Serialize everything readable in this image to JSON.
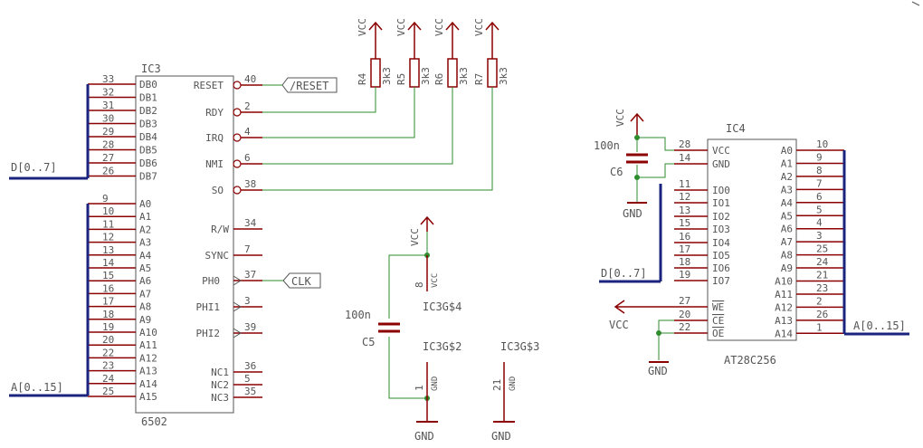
{
  "ic3": {
    "name": "IC3",
    "part": "6502",
    "left_pins": [
      {
        "num": "33",
        "label": "DB0"
      },
      {
        "num": "32",
        "label": "DB1"
      },
      {
        "num": "31",
        "label": "DB2"
      },
      {
        "num": "30",
        "label": "DB3"
      },
      {
        "num": "29",
        "label": "DB4"
      },
      {
        "num": "28",
        "label": "DB5"
      },
      {
        "num": "27",
        "label": "DB6"
      },
      {
        "num": "26",
        "label": "DB7"
      },
      {
        "num": "9",
        "label": "A0"
      },
      {
        "num": "10",
        "label": "A1"
      },
      {
        "num": "11",
        "label": "A2"
      },
      {
        "num": "12",
        "label": "A3"
      },
      {
        "num": "13",
        "label": "A4"
      },
      {
        "num": "14",
        "label": "A5"
      },
      {
        "num": "15",
        "label": "A6"
      },
      {
        "num": "16",
        "label": "A7"
      },
      {
        "num": "17",
        "label": "A8"
      },
      {
        "num": "18",
        "label": "A9"
      },
      {
        "num": "19",
        "label": "A10"
      },
      {
        "num": "20",
        "label": "A11"
      },
      {
        "num": "22",
        "label": "A12"
      },
      {
        "num": "23",
        "label": "A13"
      },
      {
        "num": "24",
        "label": "A14"
      },
      {
        "num": "25",
        "label": "A15"
      }
    ],
    "right_pins": [
      {
        "num": "40",
        "label": "RESET"
      },
      {
        "num": "2",
        "label": "RDY"
      },
      {
        "num": "4",
        "label": "IRQ"
      },
      {
        "num": "6",
        "label": "NMI"
      },
      {
        "num": "38",
        "label": "SO"
      },
      {
        "num": "34",
        "label": "R/W"
      },
      {
        "num": "7",
        "label": "SYNC"
      },
      {
        "num": "37",
        "label": "PH0"
      },
      {
        "num": "3",
        "label": "PHI1"
      },
      {
        "num": "39",
        "label": "PHI2"
      },
      {
        "num": "36",
        "label": "NC1"
      },
      {
        "num": "5",
        "label": "NC2"
      },
      {
        "num": "35",
        "label": "NC3"
      }
    ]
  },
  "ic4": {
    "name": "IC4",
    "part": "AT28C256",
    "left_pins": [
      {
        "num": "28",
        "label": "VCC"
      },
      {
        "num": "14",
        "label": "GND"
      },
      {
        "num": "11",
        "label": "IO0"
      },
      {
        "num": "12",
        "label": "IO1"
      },
      {
        "num": "13",
        "label": "IO2"
      },
      {
        "num": "15",
        "label": "IO3"
      },
      {
        "num": "16",
        "label": "IO4"
      },
      {
        "num": "17",
        "label": "IO5"
      },
      {
        "num": "18",
        "label": "IO6"
      },
      {
        "num": "19",
        "label": "IO7"
      },
      {
        "num": "27",
        "label": "WE"
      },
      {
        "num": "20",
        "label": "CE"
      },
      {
        "num": "22",
        "label": "OE"
      }
    ],
    "right_pins": [
      {
        "num": "10",
        "label": "A0"
      },
      {
        "num": "9",
        "label": "A1"
      },
      {
        "num": "8",
        "label": "A2"
      },
      {
        "num": "7",
        "label": "A3"
      },
      {
        "num": "6",
        "label": "A4"
      },
      {
        "num": "5",
        "label": "A5"
      },
      {
        "num": "4",
        "label": "A6"
      },
      {
        "num": "3",
        "label": "A7"
      },
      {
        "num": "25",
        "label": "A8"
      },
      {
        "num": "24",
        "label": "A9"
      },
      {
        "num": "21",
        "label": "A10"
      },
      {
        "num": "23",
        "label": "A11"
      },
      {
        "num": "2",
        "label": "A12"
      },
      {
        "num": "26",
        "label": "A13"
      },
      {
        "num": "1",
        "label": "A14"
      }
    ]
  },
  "resistors": [
    {
      "name": "R4",
      "value": "3k3",
      "supply": "VCC"
    },
    {
      "name": "R5",
      "value": "3k3",
      "supply": "VCC"
    },
    {
      "name": "R6",
      "value": "3k3",
      "supply": "VCC"
    },
    {
      "name": "R7",
      "value": "3k3",
      "supply": "VCC"
    }
  ],
  "c5": {
    "name": "C5",
    "value": "100n"
  },
  "c6": {
    "name": "C6",
    "value": "100n"
  },
  "pwr": {
    "vcc_pin": "8",
    "vcc_label": "VCC",
    "vcc_name": "IC3G$4",
    "gnd1_pin": "1",
    "gnd1_label": "GND",
    "gnd1_name": "IC3G$2",
    "gnd2_pin": "21",
    "gnd2_label": "GND",
    "gnd2_name": "IC3G$3"
  },
  "supplies": {
    "vcc": "VCC",
    "gnd": "GND"
  },
  "labels": {
    "reset": "/RESET",
    "clk": "CLK",
    "bus_data_ic3": "D[0..7]",
    "bus_addr_ic3": "A[0..15]",
    "bus_data_ic4": "D[0..7]",
    "bus_addr_ic4": "A[0..15]"
  }
}
